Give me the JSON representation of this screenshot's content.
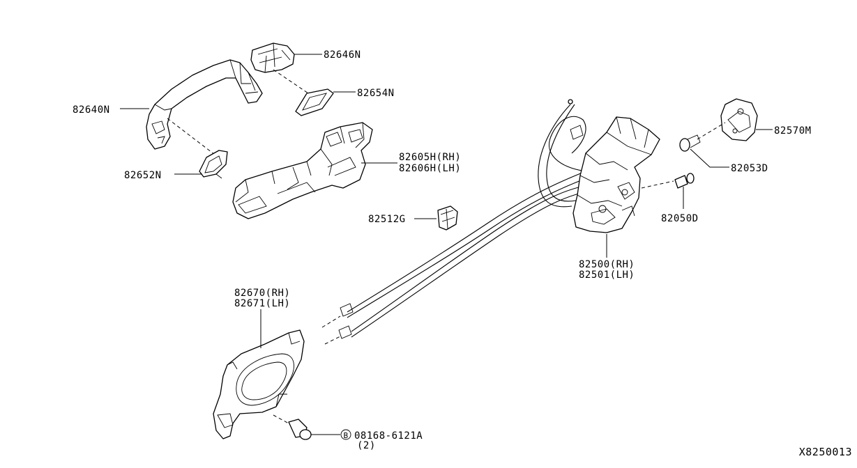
{
  "diagram": {
    "part_labels": {
      "p82646N": "82646N",
      "p82654N": "82654N",
      "p82640N": "82640N",
      "p82652N": "82652N",
      "p82605H": "82605H(RH)",
      "p82606H": "82606H(LH)",
      "p82512G": "82512G",
      "p82570M": "82570M",
      "p82053D": "82053D",
      "p82050D": "82050D",
      "p82500": "82500(RH)",
      "p82501": "82501(LH)",
      "p82670": "82670(RH)",
      "p82671": "82671(LH)",
      "bolt_symbol": "B",
      "bolt_part": "08168-6121A",
      "bolt_qty": "(2)"
    },
    "reference_code": "X8250013"
  }
}
